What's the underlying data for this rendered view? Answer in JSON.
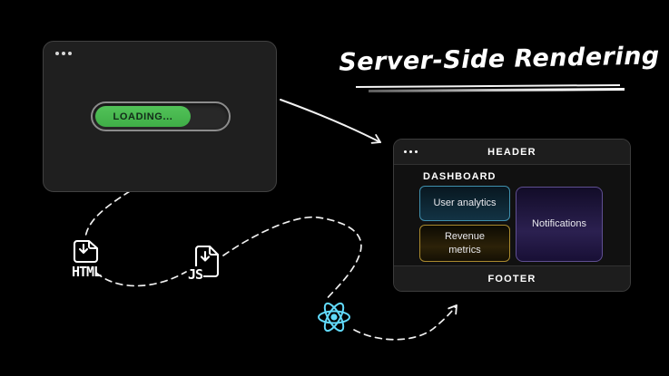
{
  "title": {
    "text": "Server-Side Rendering"
  },
  "browser_window": {
    "loading_label": "LOADING...",
    "progress_percent": 70
  },
  "ssr_window": {
    "header_label": "HEADER",
    "section_label": "DASHBOARD",
    "cards": [
      {
        "label": "User analytics",
        "accent": "#4090ae"
      },
      {
        "label": "Revenue metrics",
        "accent": "#aa8a2e"
      },
      {
        "label": "Notifications",
        "accent": "#5f4f92"
      }
    ],
    "footer_label": "FOOTER"
  },
  "file_icons": {
    "html": {
      "label": "HTML"
    },
    "js": {
      "label": "JS"
    }
  },
  "react_logo": {
    "name": "react-logo",
    "color": "#61dafb"
  },
  "colors": {
    "background": "#000000",
    "window_bg": "#1f1f1f",
    "bar_bg": "#1d1d1d",
    "progress_green": "#45b84d",
    "line": "#f2f2f2"
  }
}
